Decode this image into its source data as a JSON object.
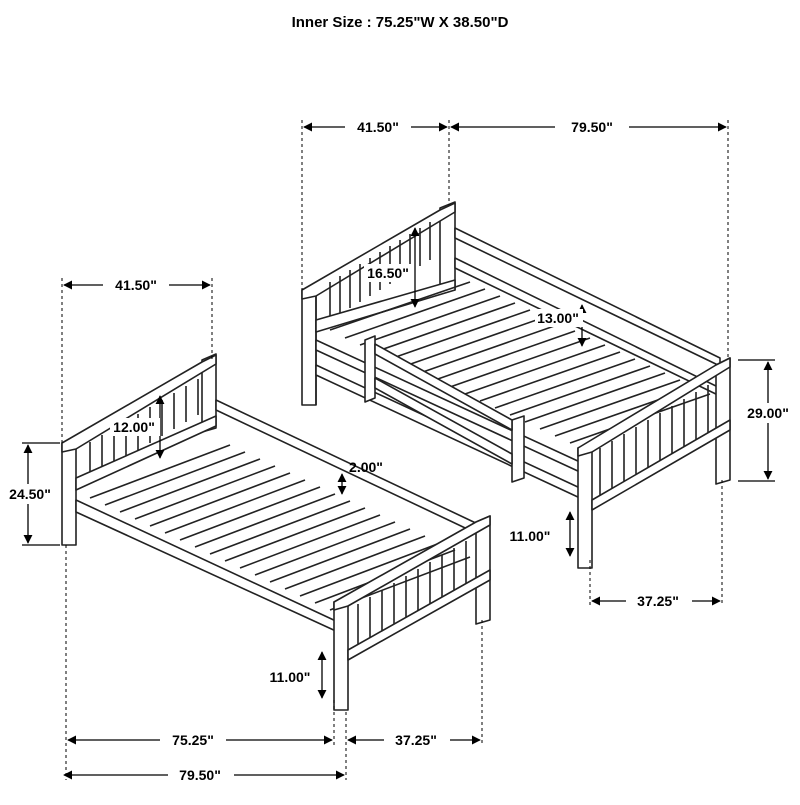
{
  "title": "Inner Size : 75.25\"W X  38.50\"D",
  "colors": {
    "line": "#222222",
    "dim": "#000000",
    "background": "#ffffff"
  },
  "dimensions": {
    "top_bunk": {
      "width_top": "41.50\"",
      "length_top": "79.50\"",
      "headboard_height": "16.50\"",
      "guardrail_height": "13.00\"",
      "overall_height": "29.00\"",
      "leg_height": "11.00\"",
      "foot_width": "37.25\""
    },
    "bottom_bunk": {
      "width_top": "41.50\"",
      "headboard_height": "12.00\"",
      "slat_gap": "2.00\"",
      "overall_height": "24.50\"",
      "leg_height": "11.00\"",
      "inner_length": "75.25\"",
      "foot_width": "37.25\"",
      "overall_length": "79.50\""
    }
  }
}
